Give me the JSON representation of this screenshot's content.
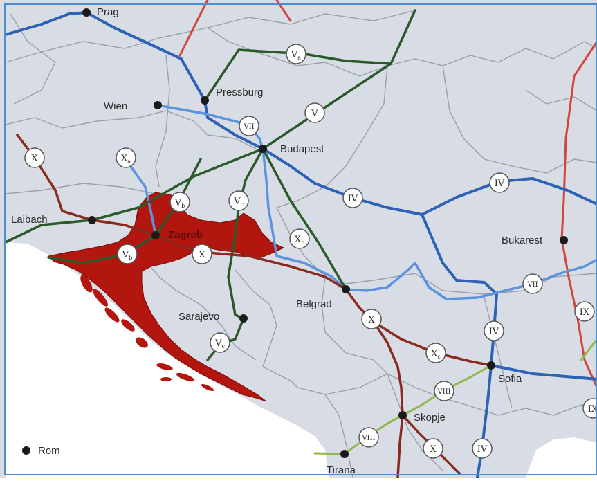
{
  "map": {
    "colors": {
      "land": "#d8dce4",
      "sea": "#ffffff",
      "border": "#9aa0aa",
      "croatia": "#b3150f",
      "frame": "#4b8fd1",
      "corridor_blue": "#2d62b4",
      "corridor_light_blue": "#5b93de",
      "corridor_dark_green": "#2b5a2a",
      "corridor_light_green": "#8fb94a",
      "corridor_brown": "#8a2a1e",
      "corridor_red": "#d0453c"
    },
    "cities": [
      {
        "id": "prag",
        "name": "Prag"
      },
      {
        "id": "wien",
        "name": "Wien"
      },
      {
        "id": "pressburg",
        "name": "Pressburg"
      },
      {
        "id": "budapest",
        "name": "Budapest"
      },
      {
        "id": "laibach",
        "name": "Laibach"
      },
      {
        "id": "zagreb",
        "name": "Zagreb"
      },
      {
        "id": "bukarest",
        "name": "Bukarest"
      },
      {
        "id": "sarajevo",
        "name": "Sarajevo"
      },
      {
        "id": "belgrad",
        "name": "Belgrad"
      },
      {
        "id": "sofia",
        "name": "Sofia"
      },
      {
        "id": "skopje",
        "name": "Skopje"
      },
      {
        "id": "tirana",
        "name": "Tirana"
      },
      {
        "id": "rom",
        "name": "Rom"
      }
    ],
    "corridor_badges": [
      {
        "id": "va",
        "main": "V",
        "sub": "a"
      },
      {
        "id": "v",
        "main": "V",
        "sub": ""
      },
      {
        "id": "vii-1",
        "main": "VII",
        "sub": ""
      },
      {
        "id": "x-1",
        "main": "X",
        "sub": ""
      },
      {
        "id": "xa",
        "main": "X",
        "sub": "a"
      },
      {
        "id": "vb-1",
        "main": "V",
        "sub": "b"
      },
      {
        "id": "vc-1",
        "main": "V",
        "sub": "c"
      },
      {
        "id": "iv-1",
        "main": "IV",
        "sub": ""
      },
      {
        "id": "iv-2",
        "main": "IV",
        "sub": ""
      },
      {
        "id": "xb",
        "main": "X",
        "sub": "b"
      },
      {
        "id": "x-2",
        "main": "X",
        "sub": ""
      },
      {
        "id": "vb-2",
        "main": "V",
        "sub": "b"
      },
      {
        "id": "vii-2",
        "main": "VII",
        "sub": ""
      },
      {
        "id": "ix-1",
        "main": "IX",
        "sub": ""
      },
      {
        "id": "x-3",
        "main": "X",
        "sub": ""
      },
      {
        "id": "iv-3",
        "main": "IV",
        "sub": ""
      },
      {
        "id": "vc-2",
        "main": "V",
        "sub": "c"
      },
      {
        "id": "xc",
        "main": "X",
        "sub": "c"
      },
      {
        "id": "viii-1",
        "main": "VIII",
        "sub": ""
      },
      {
        "id": "ix-2",
        "main": "IX",
        "sub": ""
      },
      {
        "id": "viii-2",
        "main": "VIII",
        "sub": ""
      },
      {
        "id": "x-4",
        "main": "X",
        "sub": ""
      },
      {
        "id": "iv-4",
        "main": "IV",
        "sub": ""
      }
    ]
  }
}
